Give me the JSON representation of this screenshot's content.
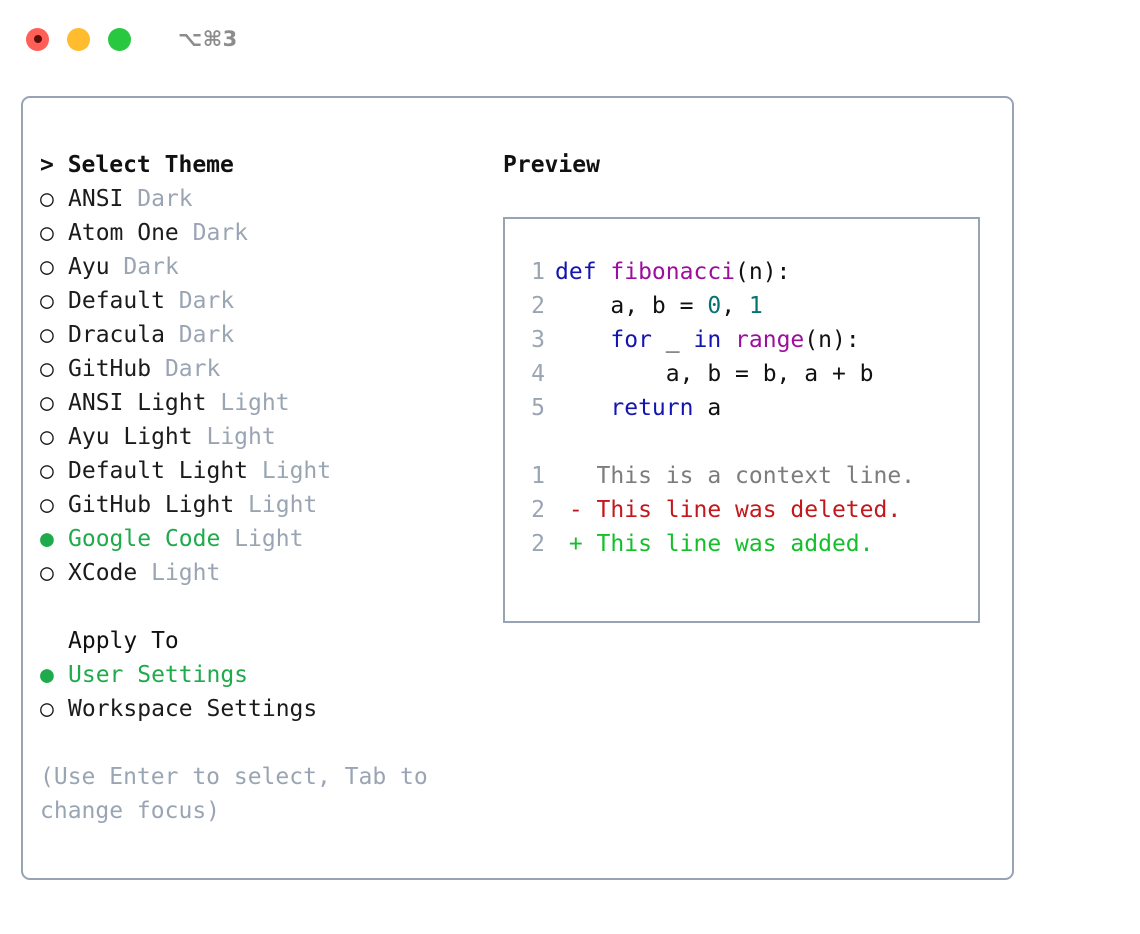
{
  "titlebar": {
    "close_label": "close",
    "minimize_label": "minimize",
    "maximize_label": "maximize",
    "shortcut": "⌥⌘3"
  },
  "colors": {
    "border": "#98a3b3",
    "accent_green": "#1faa4b",
    "muted": "#9aa5b4",
    "keyword": "#1414b0",
    "function": "#9c0f9c",
    "number": "#077272",
    "diff_context": "#7c7c7c",
    "diff_deleted": "#c2181b",
    "diff_added": "#15bf2b",
    "dot_red": "#ff5f57",
    "dot_amber": "#febc2e",
    "dot_green": "#28c840"
  },
  "theme_section": {
    "header": "> Select Theme",
    "focused": true,
    "marker_selected": "●",
    "marker_unselected": "○",
    "items": [
      {
        "name": "ANSI",
        "tag": "Dark",
        "selected": false
      },
      {
        "name": "Atom One",
        "tag": "Dark",
        "selected": false
      },
      {
        "name": "Ayu",
        "tag": "Dark",
        "selected": false
      },
      {
        "name": "Default",
        "tag": "Dark",
        "selected": false
      },
      {
        "name": "Dracula",
        "tag": "Dark",
        "selected": false
      },
      {
        "name": "GitHub",
        "tag": "Dark",
        "selected": false
      },
      {
        "name": "ANSI Light",
        "tag": "Light",
        "selected": false
      },
      {
        "name": "Ayu Light",
        "tag": "Light",
        "selected": false
      },
      {
        "name": "Default Light",
        "tag": "Light",
        "selected": false
      },
      {
        "name": "GitHub Light",
        "tag": "Light",
        "selected": false
      },
      {
        "name": "Google Code",
        "tag": "Light",
        "selected": true
      },
      {
        "name": "XCode",
        "tag": "Light",
        "selected": false
      }
    ]
  },
  "apply_section": {
    "header": "Apply To",
    "focused": false,
    "items": [
      {
        "name": "User Settings",
        "selected": true
      },
      {
        "name": "Workspace Settings",
        "selected": false
      }
    ]
  },
  "hint": "(Use Enter to select, Tab to change focus)",
  "preview": {
    "title": "Preview",
    "code_lines": [
      {
        "no": "1",
        "tokens": [
          {
            "t": "def ",
            "c": "kw"
          },
          {
            "t": "fibonacci",
            "c": "fn"
          },
          {
            "t": "(n):",
            "c": "pl"
          }
        ]
      },
      {
        "no": "2",
        "tokens": [
          {
            "t": "    a, b = ",
            "c": "pl"
          },
          {
            "t": "0",
            "c": "num"
          },
          {
            "t": ", ",
            "c": "pl"
          },
          {
            "t": "1",
            "c": "num"
          }
        ]
      },
      {
        "no": "3",
        "tokens": [
          {
            "t": "    ",
            "c": "pl"
          },
          {
            "t": "for",
            "c": "kw"
          },
          {
            "t": " _ ",
            "c": "pl"
          },
          {
            "t": "in",
            "c": "kw"
          },
          {
            "t": " ",
            "c": "pl"
          },
          {
            "t": "range",
            "c": "fn"
          },
          {
            "t": "(n):",
            "c": "pl"
          }
        ]
      },
      {
        "no": "4",
        "tokens": [
          {
            "t": "        a, b = b, a + b",
            "c": "pl"
          }
        ]
      },
      {
        "no": "5",
        "tokens": [
          {
            "t": "    ",
            "c": "pl"
          },
          {
            "t": "return",
            "c": "kw"
          },
          {
            "t": " a",
            "c": "pl"
          }
        ]
      }
    ],
    "diff_lines": [
      {
        "no": "1",
        "sign": " ",
        "text": "This is a context line.",
        "kind": "context"
      },
      {
        "no": "2",
        "sign": "-",
        "text": "This line was deleted.",
        "kind": "deleted"
      },
      {
        "no": "2",
        "sign": "+",
        "text": "This line was added.",
        "kind": "added"
      }
    ]
  }
}
